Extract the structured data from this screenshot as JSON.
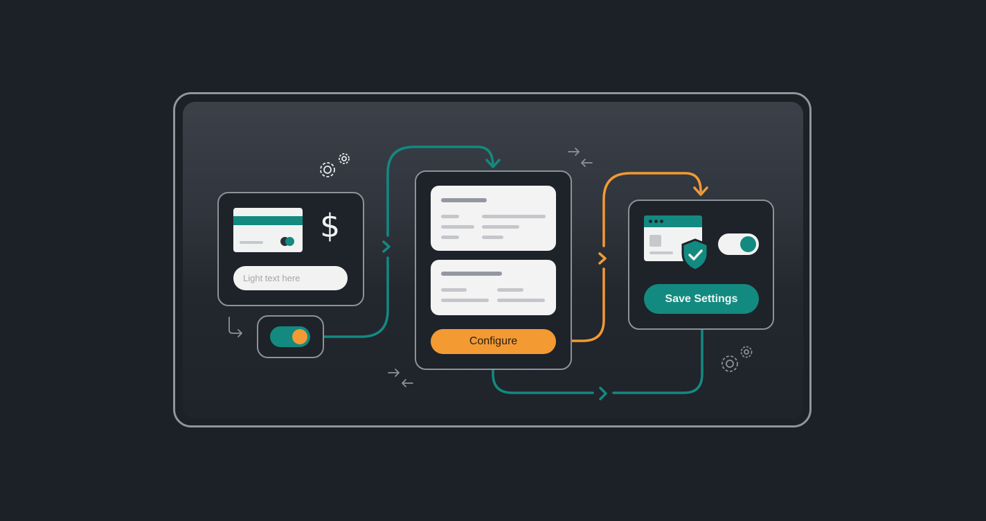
{
  "colors": {
    "background": "#1c2027",
    "teal": "#138a80",
    "orange": "#f39a33",
    "frame_border": "#8f969e",
    "card_bg": "#1e2229"
  },
  "payment_card": {
    "icon": "credit-card-icon",
    "currency_icon": "dollar-icon",
    "currency_symbol": "$",
    "input_placeholder": "Light text here"
  },
  "toggle_step": {
    "state": "on",
    "icon": "toggle-icon"
  },
  "config_card": {
    "button_label": "Configure"
  },
  "settings_card": {
    "browser_icon": "browser-window-icon",
    "shield_icon": "shield-check-icon",
    "toggle_state": "on",
    "button_label": "Save Settings"
  },
  "decor": {
    "icons": [
      "gear-icon",
      "gear-icon",
      "swap-arrows-icon",
      "swap-arrows-icon",
      "return-arrow-icon"
    ]
  }
}
